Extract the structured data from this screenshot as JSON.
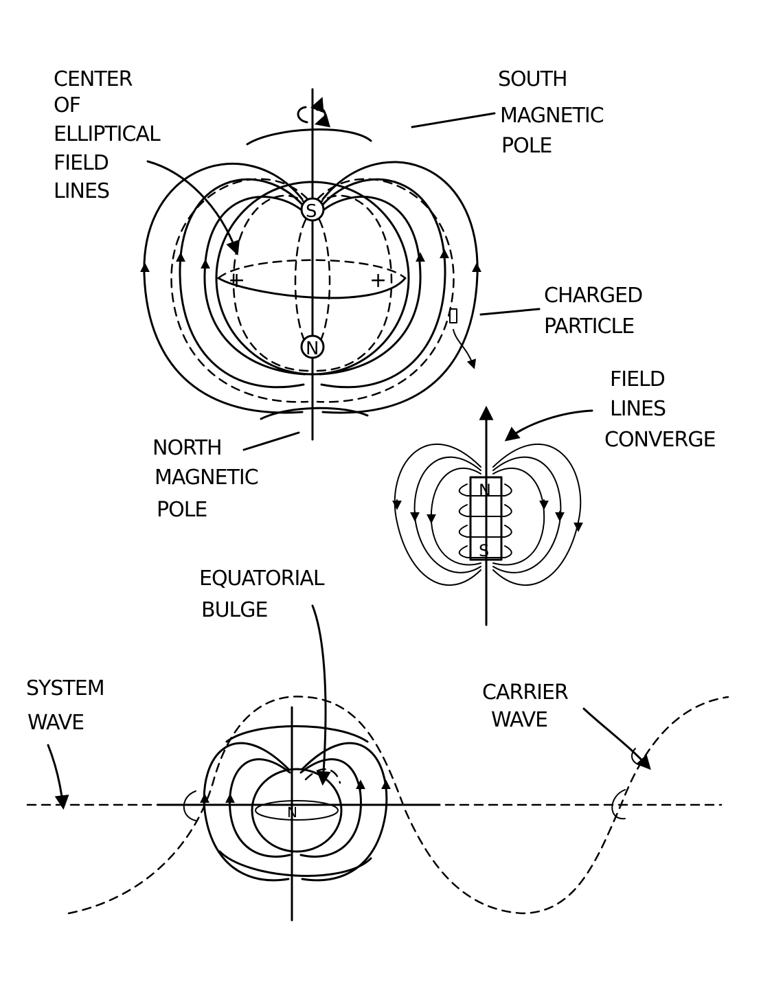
{
  "labels": {
    "center_of_elliptical_field_lines": [
      "CENTER",
      "OF",
      "ELLIPTICAL",
      "FIELD",
      "LINES"
    ],
    "south_magnetic_pole": [
      "SOUTH",
      "MAGNETIC",
      "POLE"
    ],
    "charged_particle": [
      "CHARGED",
      "PARTICLE"
    ],
    "field_lines_converge": [
      "FIELD",
      "LINES",
      "CONVERGE"
    ],
    "north_magnetic_pole": [
      "NORTH",
      "MAGNETIC",
      "POLE"
    ],
    "equatorial_bulge": [
      "EQUATORIAL",
      "BULGE"
    ],
    "system_wave": [
      "SYSTEM",
      "WAVE"
    ],
    "carrier_wave": [
      "CARRIER",
      "WAVE"
    ]
  },
  "pole_markers": {
    "globe_south": "S",
    "globe_north": "N",
    "coil_north": "N",
    "coil_south": "S",
    "bottom_north": "N"
  },
  "equator_marks": [
    "+",
    "+"
  ]
}
